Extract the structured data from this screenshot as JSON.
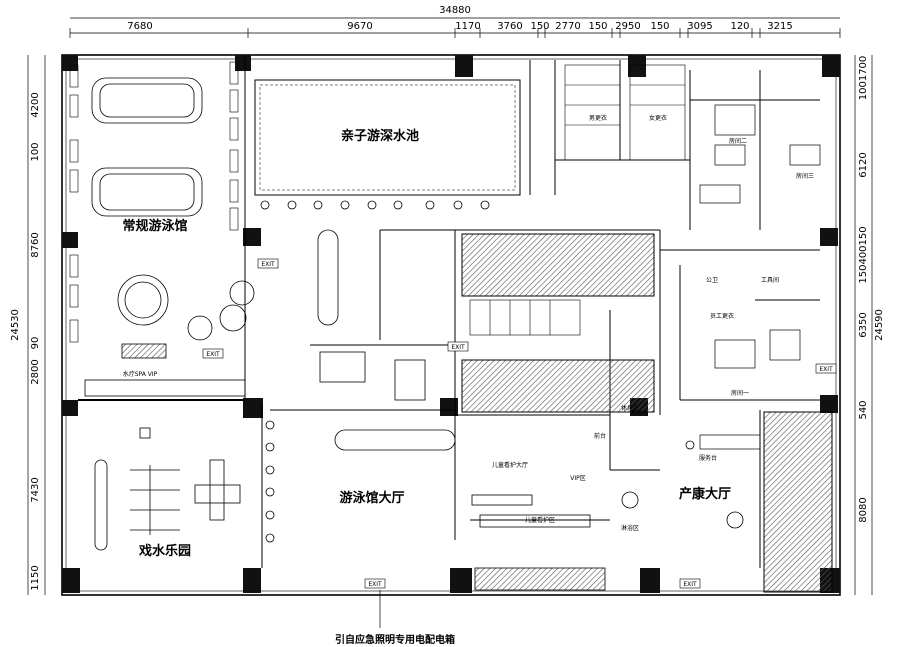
{
  "dimensions": {
    "total_top": "34880",
    "top_segments": [
      "7680",
      "9670",
      "1170",
      "3760",
      "150",
      "2770",
      "150",
      "2950",
      "150",
      "3095",
      "120",
      "3215"
    ],
    "total_left": "24530",
    "left_segments": [
      "4200",
      "100",
      "8760",
      "90",
      "2800",
      "7430",
      "1150"
    ],
    "total_right": "24590",
    "right_segments": [
      "1001700",
      "6120",
      "150400150",
      "6350",
      "540",
      "8080"
    ]
  },
  "rooms": {
    "family_pool": "亲子游深水池",
    "regular_pool": "常规游泳馆",
    "water_park": "戏水乐园",
    "pool_hall": "游泳馆大厅",
    "postpartum_hall": "产康大厅",
    "child_care_hall": "儿童看护大厅",
    "child_care_area": "儿童看护区",
    "vip_zone": "水疗SPA VIP",
    "small_rooms": [
      "男更衣",
      "女更衣",
      "房间二",
      "房间三",
      "员工更衣",
      "房间一",
      "工具间",
      "公卫",
      "VIP区",
      "淋浴区",
      "服务台",
      "休息区",
      "前台"
    ]
  },
  "exit_labels": [
    "EXIT",
    "EXIT",
    "EXIT",
    "EXIT",
    "EXIT",
    "EXIT"
  ],
  "footer_note": "引自应急照明专用电配电箱",
  "colors": {
    "line": "#000000",
    "hatch": "#555555",
    "paper": "#ffffff"
  }
}
